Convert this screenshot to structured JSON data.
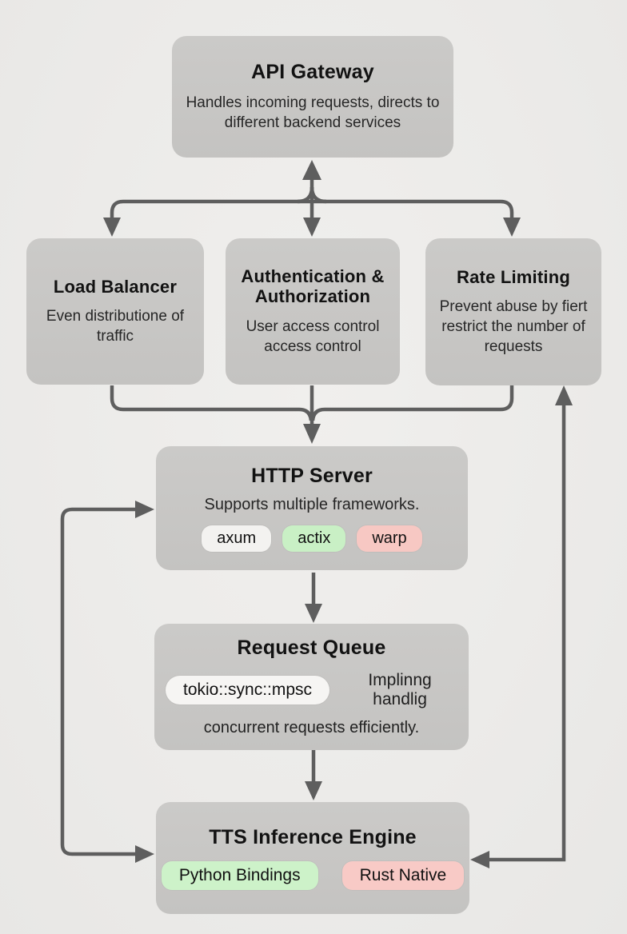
{
  "canvas": {
    "background_color": "#ecebe9",
    "node_fill_color": "#c7c6c4",
    "arrow_color": "#5e5e5e",
    "text_color": "#161616"
  },
  "nodes": {
    "api_gateway": {
      "title": "API Gateway",
      "description": "Handles incoming requests, directs to different backend services"
    },
    "load_balancer": {
      "title": "Load Balancer",
      "description": "Even distributione of traffic"
    },
    "authentication": {
      "title": "Authentication & Authorization",
      "description": "User access control access control"
    },
    "rate_limiting": {
      "title": "Rate Limiting",
      "description": "Prevent abuse by fiert restrict the number of requests"
    },
    "http_server": {
      "title": "HTTP Server",
      "description": "Supports multiple frameworks.",
      "tags": [
        {
          "label": "axum",
          "color": "#f3f2f0"
        },
        {
          "label": "actix",
          "color": "#c9f0c5"
        },
        {
          "label": "warp",
          "color": "#f7c8c3"
        }
      ]
    },
    "request_queue": {
      "title": "Request Queue",
      "code_tag": {
        "label": "tokio::sync::mpsc",
        "color": "#f6f5f3"
      },
      "inline_text": "Implinng handlig",
      "description": "concurrent requests efficiently."
    },
    "tts_engine": {
      "title": "TTS Inference Engine",
      "tags": [
        {
          "label": "Python Bindings",
          "color": "#cdf2c9"
        },
        {
          "label": "Rust Native",
          "color": "#f8cac6"
        }
      ]
    }
  },
  "connections": [
    {
      "from": "branch junction",
      "to": "API Gateway",
      "arrow": "up"
    },
    {
      "from": "API Gateway junction",
      "to": "Load Balancer",
      "arrow": "down"
    },
    {
      "from": "API Gateway junction",
      "to": "Authentication & Authorization",
      "arrow": "down"
    },
    {
      "from": "API Gateway junction",
      "to": "Rate Limiting",
      "arrow": "down"
    },
    {
      "from": "Load Balancer / Authentication / Rate Limiting merge",
      "to": "HTTP Server",
      "arrow": "down"
    },
    {
      "from": "HTTP Server",
      "to": "Request Queue",
      "arrow": "down"
    },
    {
      "from": "Request Queue",
      "to": "TTS Inference Engine",
      "arrow": "down"
    },
    {
      "from": "left feedback loop",
      "to": "HTTP Server",
      "arrow": "right"
    },
    {
      "from": "left feedback loop",
      "to": "TTS Inference Engine",
      "arrow": "right"
    },
    {
      "from": "TTS Inference Engine",
      "to": "Rate Limiting",
      "arrow": "up (right feedback loop)"
    },
    {
      "from": "right feedback loop",
      "to": "TTS Inference Engine",
      "arrow": "left"
    }
  ]
}
